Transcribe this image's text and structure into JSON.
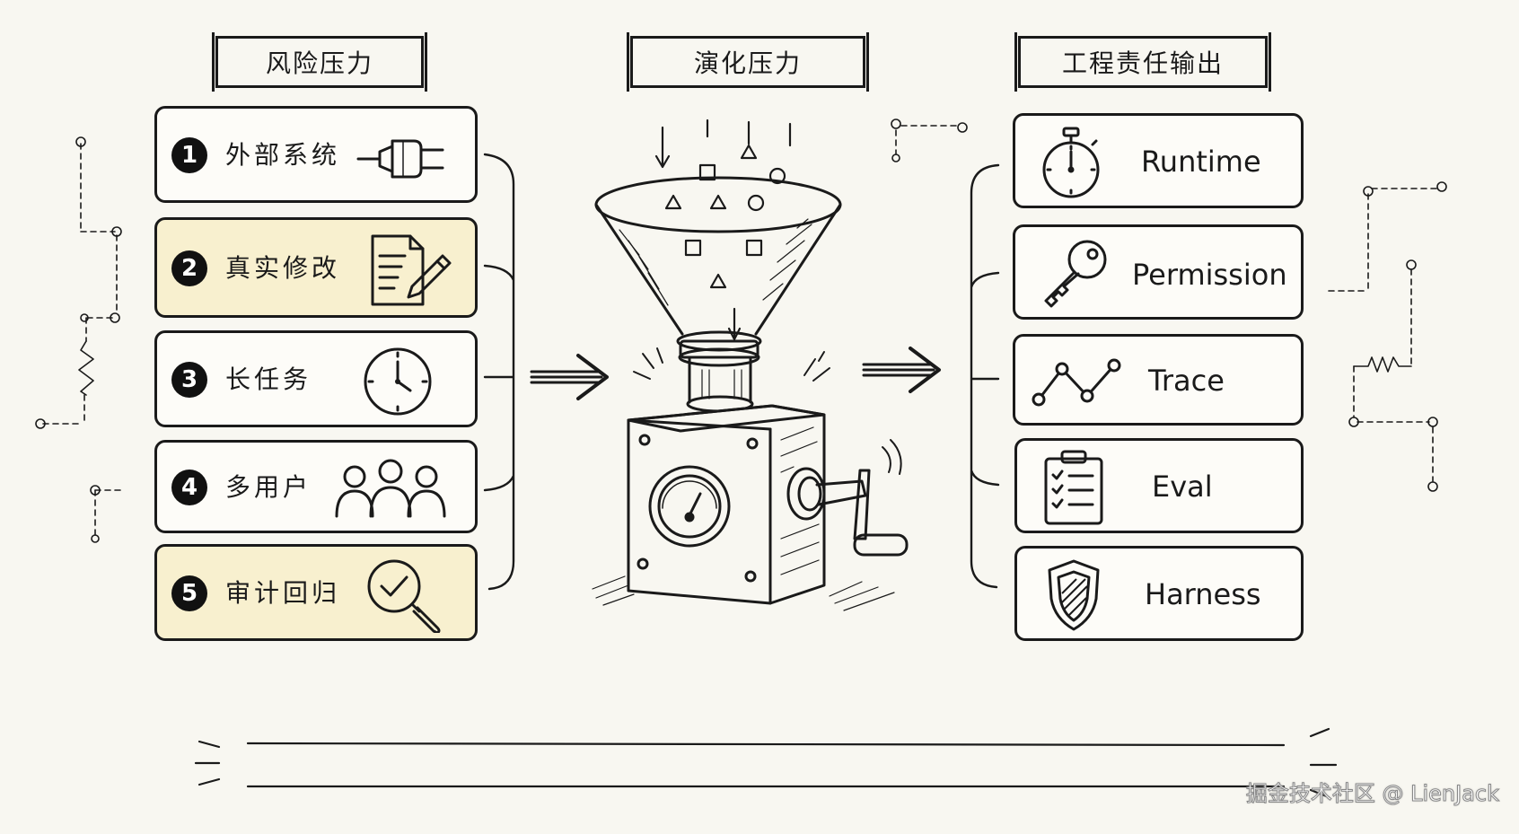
{
  "headers": {
    "risk": "风险压力",
    "evolution": "演化压力",
    "output": "工程责任输出"
  },
  "risks": [
    {
      "num": "1",
      "label": "外部系统",
      "icon": "plug-icon",
      "highlight": false
    },
    {
      "num": "2",
      "label": "真实修改",
      "icon": "document-edit-icon",
      "highlight": true
    },
    {
      "num": "3",
      "label": "长任务",
      "icon": "clock-icon",
      "highlight": false
    },
    {
      "num": "4",
      "label": "多用户",
      "icon": "users-icon",
      "highlight": false
    },
    {
      "num": "5",
      "label": "审计回归",
      "icon": "search-check-icon",
      "highlight": true
    }
  ],
  "outputs": [
    {
      "label": "Runtime",
      "icon": "stopwatch-icon"
    },
    {
      "label": "Permission",
      "icon": "key-icon"
    },
    {
      "label": "Trace",
      "icon": "trace-graph-icon"
    },
    {
      "label": "Eval",
      "icon": "clipboard-checklist-icon"
    },
    {
      "label": "Harness",
      "icon": "shield-icon"
    }
  ],
  "watermark": "掘金技术社区 @ LienJack",
  "colors": {
    "background": "#f8f7f1",
    "highlight": "#f8f0cf",
    "ink": "#1a1a1a"
  }
}
